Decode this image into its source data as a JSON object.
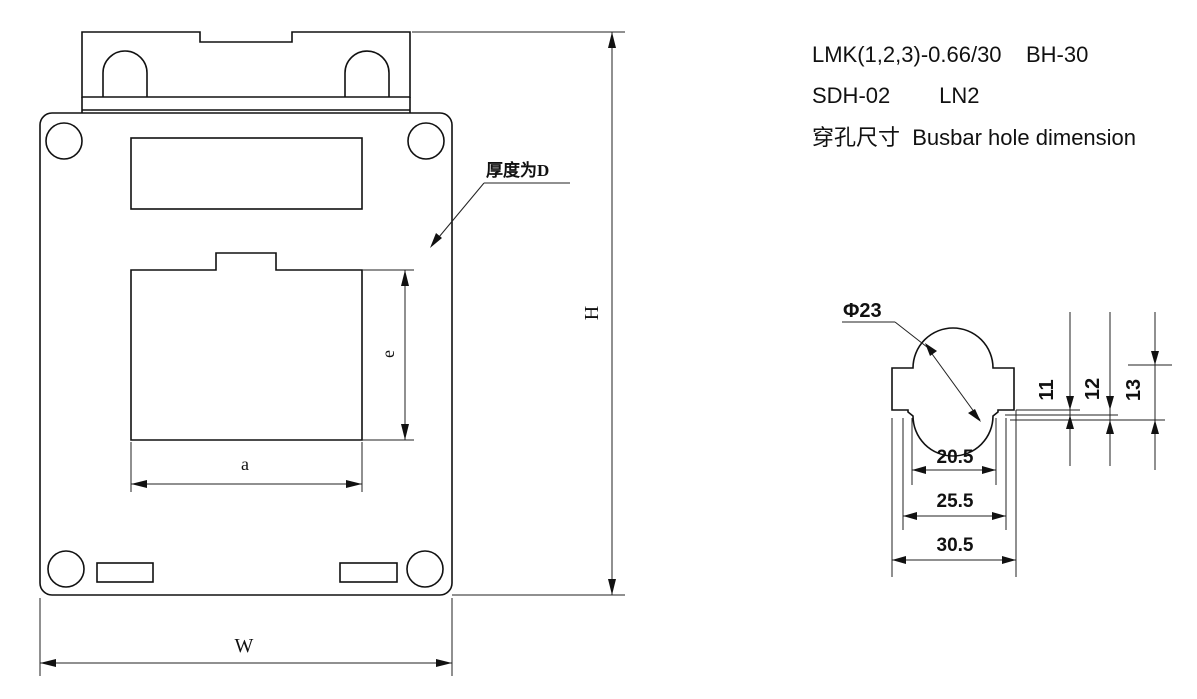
{
  "specs": {
    "line1": "LMK(1,2,3)-0.66/30    BH-30",
    "line2": "SDH-02        LN2",
    "line3": "穿孔尺寸  Busbar hole dimension"
  },
  "main_view": {
    "thickness_note": "厚度为D",
    "dim_height": "H",
    "dim_width": "W",
    "dim_window_width": "a",
    "dim_window_height": "e"
  },
  "hole_detail": {
    "diameter": "Φ23",
    "w1": "20.5",
    "w2": "25.5",
    "w3": "30.5",
    "h1": "11",
    "h2": "12",
    "h3": "13"
  }
}
